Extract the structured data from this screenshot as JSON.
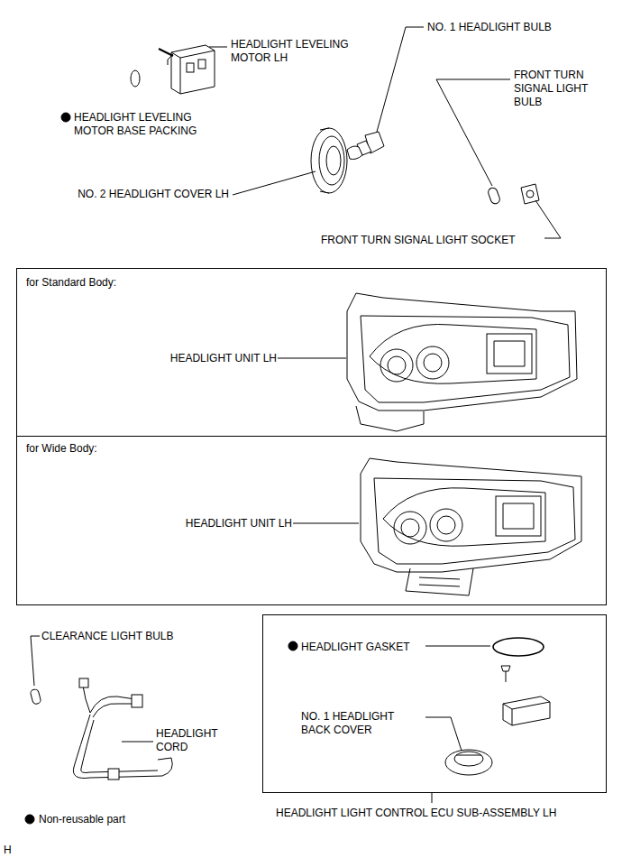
{
  "diagram": {
    "nodes": [
      {
        "text": [
          "for Standard Body:",
          "HEADLIGHT UNIT LH"
        ]
      },
      {
        "text": [
          "for Wide Body:",
          "HEADLIGHT UNIT LH"
        ]
      },
      {
        "text": [
          "HEADLIGHT LIGHT CONTROL ECU SUB-ASSEMBLY LH",
          "HEADLIGHT GASKET",
          "NO. 1 HEADLIGHT BACK COVER"
        ]
      }
    ],
    "labels": [
      "HEADLIGHT LEVELING MOTOR LH",
      "NO. 1 HEADLIGHT BULB",
      "FRONT TURN SIGNAL LIGHT BULB",
      "HEADLIGHT LEVELING MOTOR BASE PACKING",
      "NO. 2 HEADLIGHT COVER LH",
      "FRONT TURN SIGNAL LIGHT SOCKET",
      "CLEARANCE LIGHT BULB",
      "HEADLIGHT CORD",
      "H"
    ],
    "legend": [
      {
        "text": "Non-reusable part"
      }
    ]
  }
}
